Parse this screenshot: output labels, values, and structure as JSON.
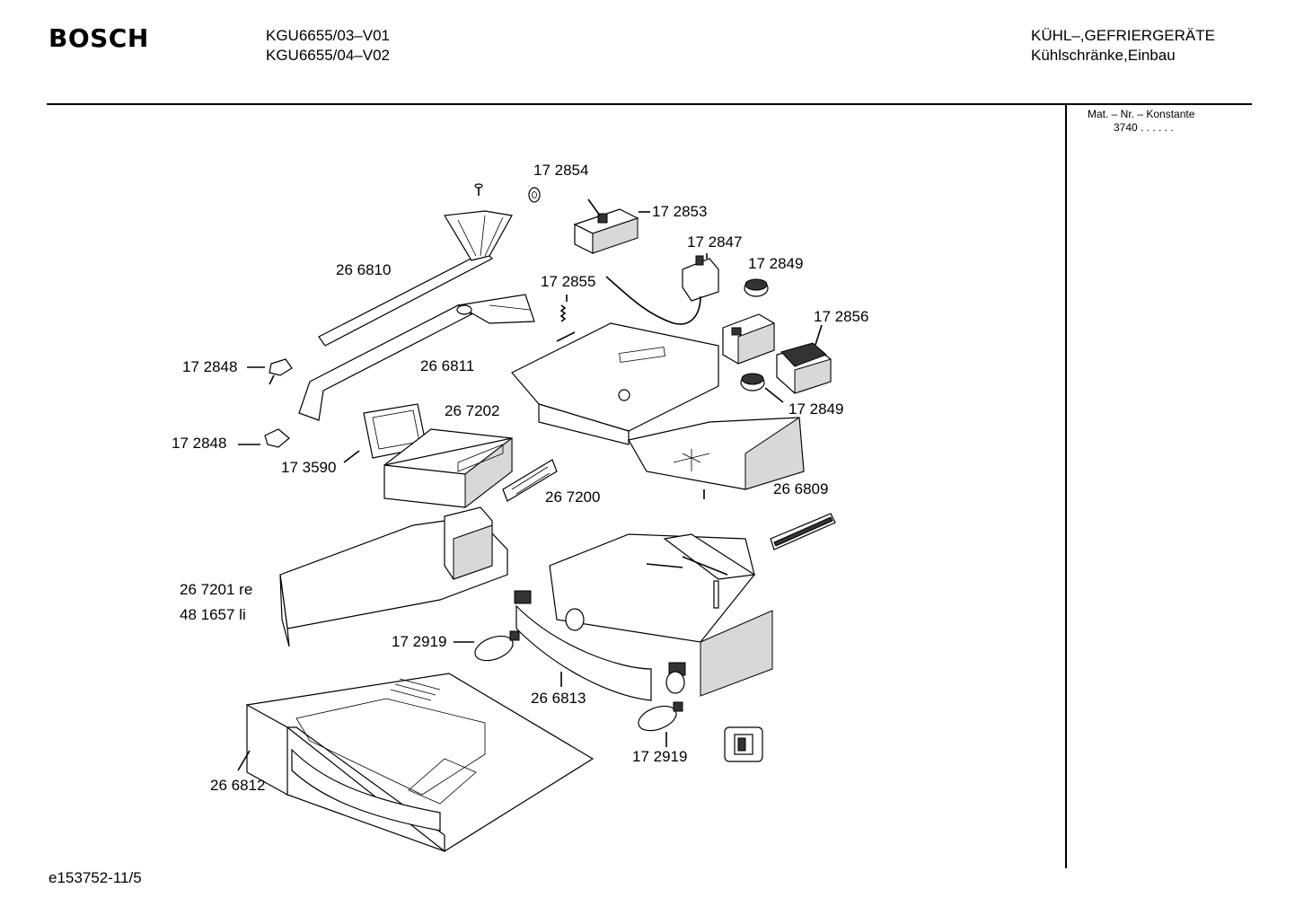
{
  "header": {
    "brand": "BOSCH",
    "models": [
      "KGU6655/03–V01",
      "KGU6655/04–V02"
    ],
    "category_line1": "KÜHL–,GEFRIERGERÄTE",
    "category_line2": "Kühlschränke,Einbau"
  },
  "sidebar": {
    "label": "Mat. – Nr. – Konstante",
    "value": "3740  .  .  .  .  .  ."
  },
  "footer": {
    "doc_id": "e153752-11/5"
  },
  "callouts": [
    "17 2854",
    "17 2853",
    "17 2847",
    "17 2849",
    "26 6810",
    "17 2855",
    "17 2856",
    "17 2848",
    "26 6811",
    "17 2849",
    "26 7202",
    "17 2848",
    "17 3590",
    "26 7200",
    "26 6809",
    "26 7201 re",
    "48 1657 li",
    "17 2919",
    "26 6813",
    "17 2919",
    "26 6812"
  ]
}
